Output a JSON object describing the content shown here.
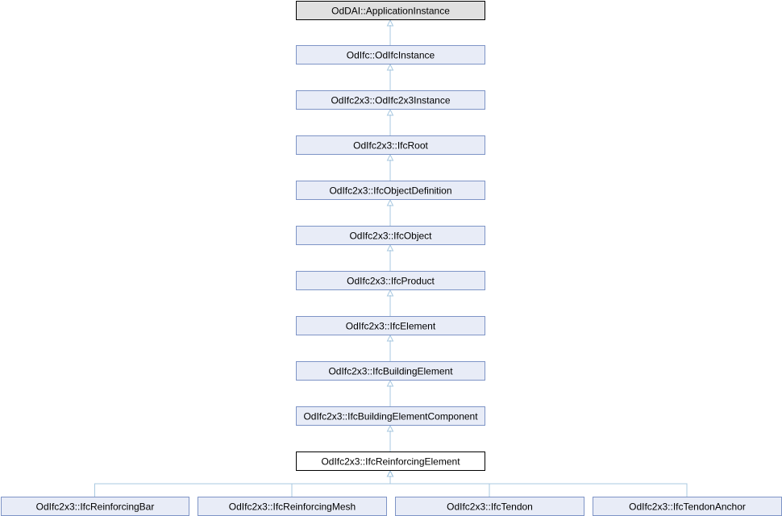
{
  "colors": {
    "edge": "#a8c8e0",
    "node_fill": "#e8ecf7",
    "node_border": "#7e94c6",
    "root_fill": "#e0e0e0",
    "root_border": "#000000",
    "focus_fill": "#ffffff",
    "focus_border": "#000000"
  },
  "nodes": [
    {
      "id": "n0",
      "label": "OdDAI::ApplicationInstance",
      "style": "root"
    },
    {
      "id": "n1",
      "label": "OdIfc::OdIfcInstance",
      "style": "normal"
    },
    {
      "id": "n2",
      "label": "OdIfc2x3::OdIfc2x3Instance",
      "style": "normal"
    },
    {
      "id": "n3",
      "label": "OdIfc2x3::IfcRoot",
      "style": "normal"
    },
    {
      "id": "n4",
      "label": "OdIfc2x3::IfcObjectDefinition",
      "style": "normal"
    },
    {
      "id": "n5",
      "label": "OdIfc2x3::IfcObject",
      "style": "normal"
    },
    {
      "id": "n6",
      "label": "OdIfc2x3::IfcProduct",
      "style": "normal"
    },
    {
      "id": "n7",
      "label": "OdIfc2x3::IfcElement",
      "style": "normal"
    },
    {
      "id": "n8",
      "label": "OdIfc2x3::IfcBuildingElement",
      "style": "normal"
    },
    {
      "id": "n9",
      "label": "OdIfc2x3::IfcBuildingElementComponent",
      "style": "normal"
    },
    {
      "id": "n10",
      "label": "OdIfc2x3::IfcReinforcingElement",
      "style": "focus"
    },
    {
      "id": "n11",
      "label": "OdIfc2x3::IfcReinforcingBar",
      "style": "normal"
    },
    {
      "id": "n12",
      "label": "OdIfc2x3::IfcReinforcingMesh",
      "style": "normal"
    },
    {
      "id": "n13",
      "label": "OdIfc2x3::IfcTendon",
      "style": "normal"
    },
    {
      "id": "n14",
      "label": "OdIfc2x3::IfcTendonAnchor",
      "style": "normal"
    }
  ],
  "edges": [
    {
      "from": "n1",
      "to": "n0"
    },
    {
      "from": "n2",
      "to": "n1"
    },
    {
      "from": "n3",
      "to": "n2"
    },
    {
      "from": "n4",
      "to": "n3"
    },
    {
      "from": "n5",
      "to": "n4"
    },
    {
      "from": "n6",
      "to": "n5"
    },
    {
      "from": "n7",
      "to": "n6"
    },
    {
      "from": "n8",
      "to": "n7"
    },
    {
      "from": "n9",
      "to": "n8"
    },
    {
      "from": "n10",
      "to": "n9"
    },
    {
      "from": "n11",
      "to": "n10"
    },
    {
      "from": "n12",
      "to": "n10"
    },
    {
      "from": "n13",
      "to": "n10"
    },
    {
      "from": "n14",
      "to": "n10"
    }
  ]
}
